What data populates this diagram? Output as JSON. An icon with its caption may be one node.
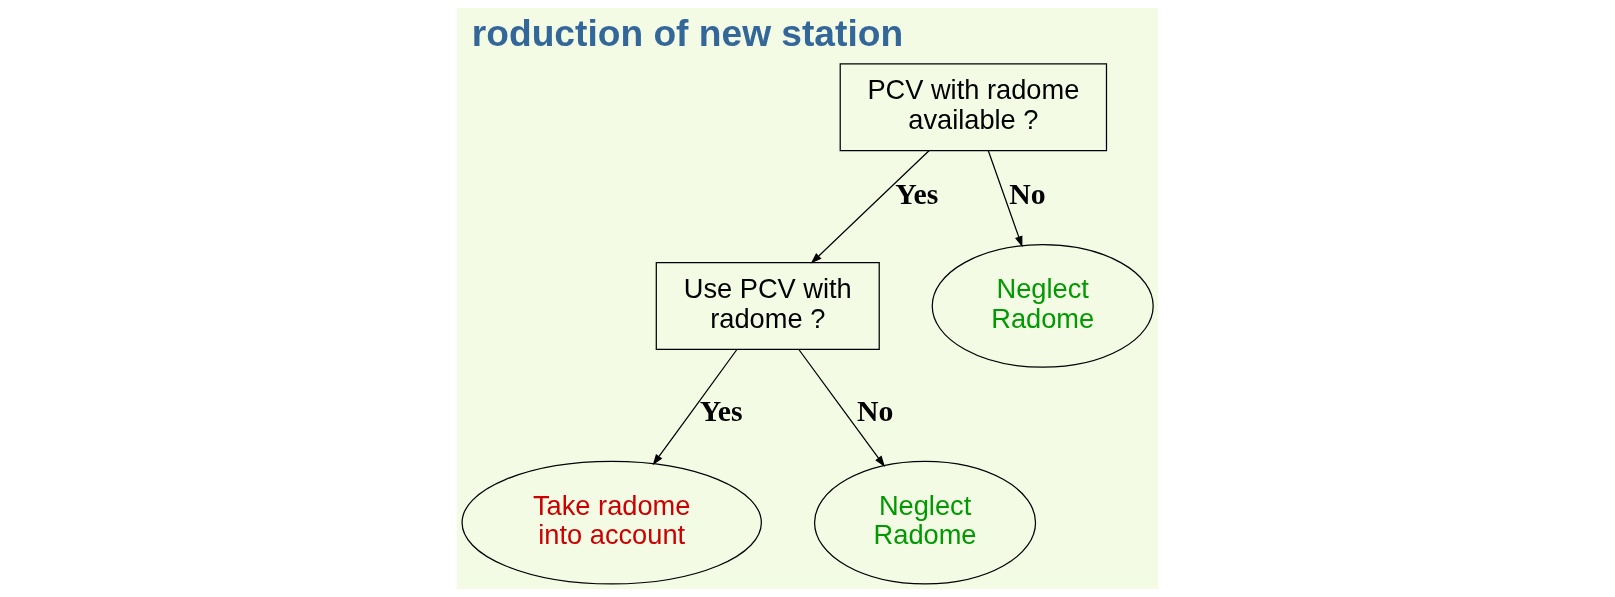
{
  "diagram": {
    "title": "roduction of new station",
    "nodes": [
      {
        "text": [
          "PCV with radome available ?"
        ]
      },
      {
        "text": [
          "Use PCV with radome ?"
        ]
      },
      {
        "text": [
          "Neglect Radome"
        ]
      },
      {
        "text": [
          "Take radome into account"
        ]
      },
      {
        "text": [
          "Neglect Radome"
        ]
      }
    ],
    "edges": [
      {
        "from": 0,
        "to": 1,
        "arrow": "to",
        "label": "Yes"
      },
      {
        "from": 0,
        "to": 2,
        "arrow": "to",
        "label": "No"
      },
      {
        "from": 1,
        "to": 3,
        "arrow": "to",
        "label": "Yes"
      },
      {
        "from": 1,
        "to": 4,
        "arrow": "to",
        "label": "No"
      }
    ]
  }
}
